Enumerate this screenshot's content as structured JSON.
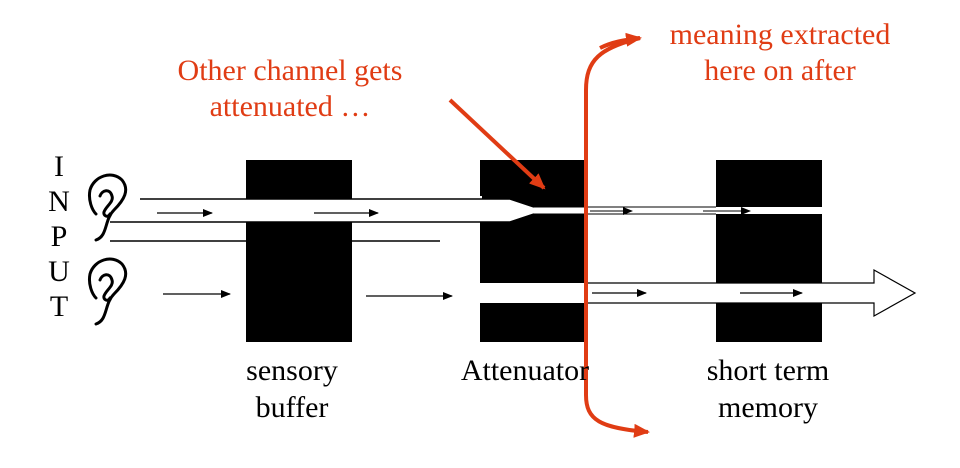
{
  "colors": {
    "ink": "#000000",
    "accent": "#e03c14",
    "background": "#ffffff"
  },
  "input_letters": [
    "I",
    "N",
    "P",
    "U",
    "T"
  ],
  "icons": [
    "ear-icon",
    "ear-icon"
  ],
  "annotation_attenuated": {
    "line1": "Other channel gets",
    "line2": "attenuated …"
  },
  "annotation_meaning": {
    "line1": "meaning extracted",
    "line2": "here on after"
  },
  "stages": {
    "sensory": {
      "line1": "sensory",
      "line2": "buffer"
    },
    "attenuator": {
      "line1": "Attenuator"
    },
    "stm": {
      "line1": "short term",
      "line2": "memory"
    }
  }
}
